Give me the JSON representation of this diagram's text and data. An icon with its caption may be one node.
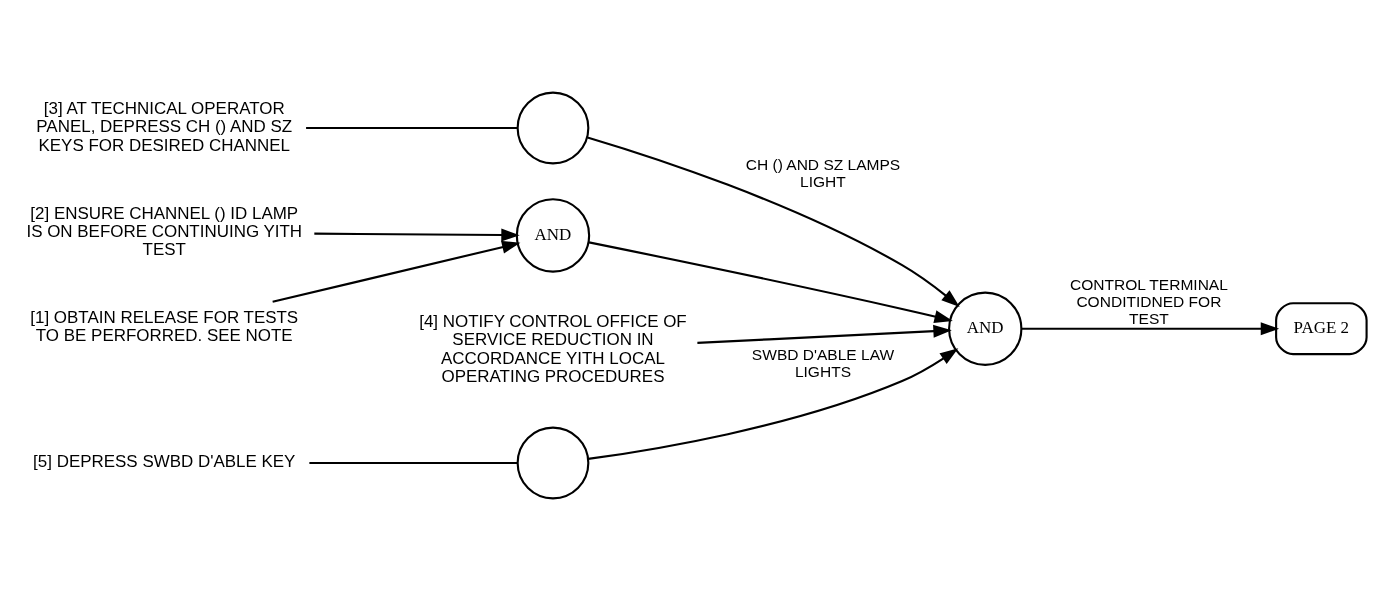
{
  "diagram": {
    "nodes": [
      {
        "text": [
          "[1] OBTAIN RELEASE FOR TESTS TO BE PERFORRED. SEE NOTE"
        ]
      },
      {
        "text": [
          "[2] ENSURE CHANNEL () ID LAMP IS ON BEFORE CONTINUING YITH TEST"
        ]
      },
      {
        "text": [
          "AND"
        ]
      },
      {
        "text": [
          "[3] AT TECHNICAL OPERATOR PANEL, DEPRESS CH () AND SZ KEYS FOR DESIRED CHANNEL"
        ]
      },
      {
        "text": [],
        "shape": "circle"
      },
      {
        "text": [
          "[4] NOTIFY CONTROL OFFICE OF SERVICE REDUCTION IN ACCORDANCE YITH LOCAL OPERATING PROCEDURES"
        ]
      },
      {
        "text": [
          "AND"
        ]
      },
      {
        "text": [
          "[5] DEPRESS SWBD D'ABLE KEY"
        ]
      },
      {
        "text": [],
        "shape": "circle"
      },
      {
        "text": [
          "PAGE 2"
        ]
      }
    ],
    "edges": [
      {
        "from": 0,
        "to": 2,
        "arrow": "to"
      },
      {
        "from": 1,
        "to": 2,
        "arrow": "to"
      },
      {
        "from": 2,
        "to": 6,
        "arrow": "to"
      },
      {
        "from": 3,
        "to": 4,
        "arrow": "none"
      },
      {
        "from": 4,
        "to": 6,
        "arrow": "to",
        "label": "CH () AND SZ LAMPS LIGHT"
      },
      {
        "from": 5,
        "to": 6,
        "arrow": "to"
      },
      {
        "from": 7,
        "to": 8,
        "arrow": "none"
      },
      {
        "from": 8,
        "to": 6,
        "arrow": "to",
        "label": "SWBD D'ABLE LAW LIGHTS"
      },
      {
        "from": 6,
        "to": 9,
        "arrow": "to",
        "label": "CONTROL TERMINAL CONDITIDNED FOR TEST"
      }
    ]
  }
}
